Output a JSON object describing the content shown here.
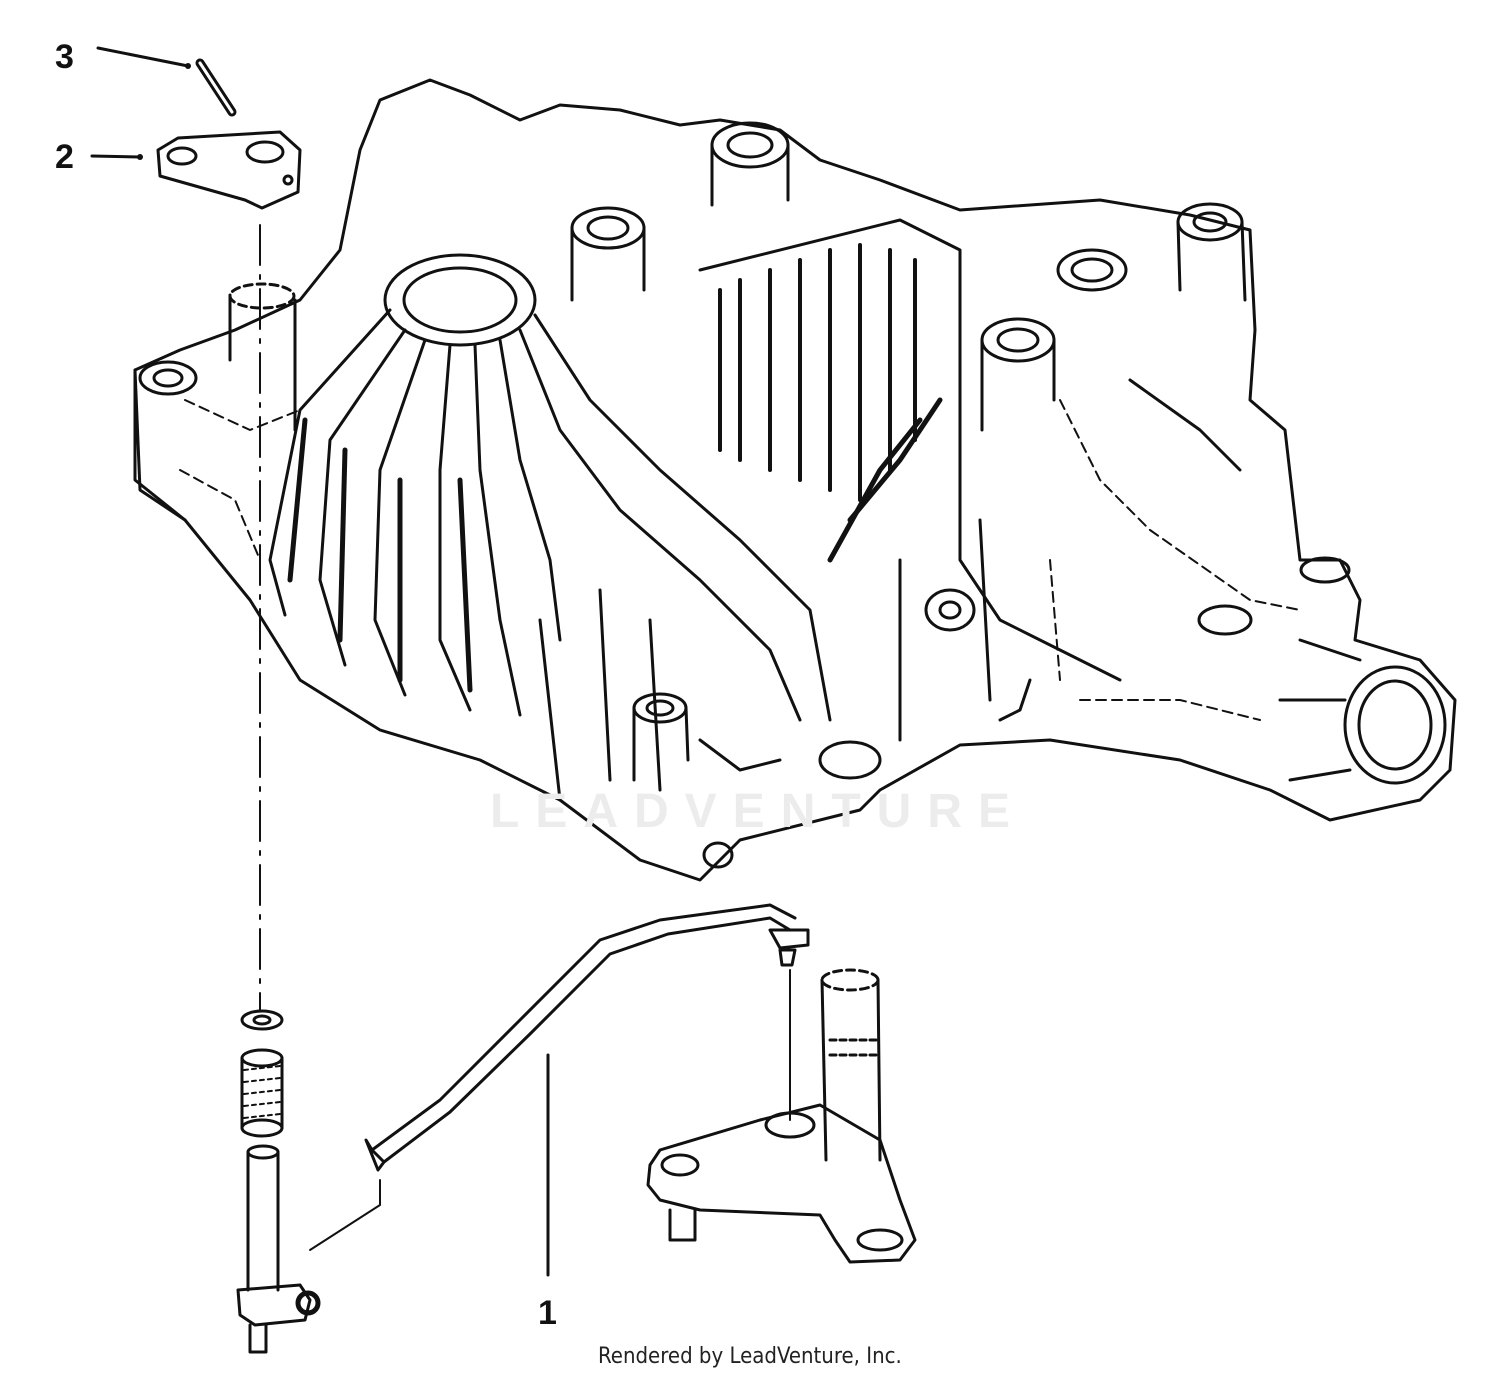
{
  "callouts": [
    {
      "id": "c1",
      "label": "1"
    },
    {
      "id": "c2",
      "label": "2"
    },
    {
      "id": "c3",
      "label": "3"
    }
  ],
  "watermark": "LEADVENTURE",
  "footer": "Rendered by LeadVenture, Inc."
}
